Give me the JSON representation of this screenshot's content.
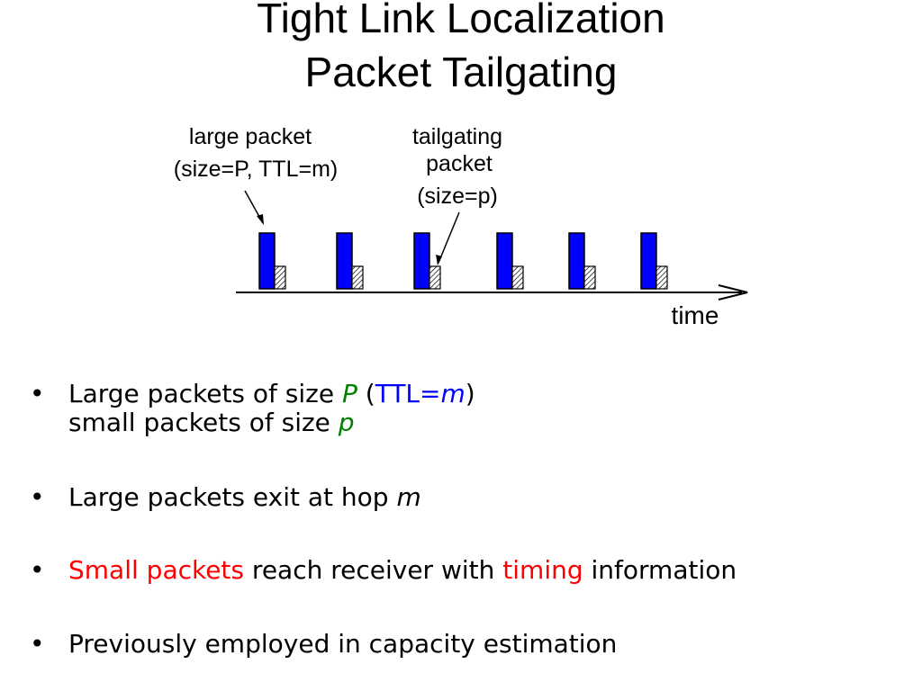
{
  "title": {
    "line1": "Tight Link Localization",
    "line2": "Packet Tailgating"
  },
  "diagram": {
    "large_label_line1": "large packet",
    "large_label_line2": "(size=P, TTL=m)",
    "tail_label_line1": "tailgating",
    "tail_label_line2": "packet",
    "tail_label_line3": "(size=p)",
    "axis_label": "time",
    "packet_pairs": 6,
    "colors": {
      "large_packet": "#0000ff",
      "small_packet": "#c8c8c8"
    }
  },
  "bullets": {
    "b1_prefix": "Large packets of size ",
    "b1_P": "P",
    "b1_open": " (",
    "b1_ttl": "TTL=",
    "b1_m": "m",
    "b1_close": ")",
    "b1_line2_prefix": "small packets of size ",
    "b1_p": "p",
    "b2_prefix": "Large packets exit at hop ",
    "b2_m": "m",
    "b3_red1": "Small packets",
    "b3_mid": " reach receiver with ",
    "b3_red2": "timing",
    "b3_end": " information",
    "b4": "Previously employed in capacity estimation",
    "bullet_char": "•"
  }
}
